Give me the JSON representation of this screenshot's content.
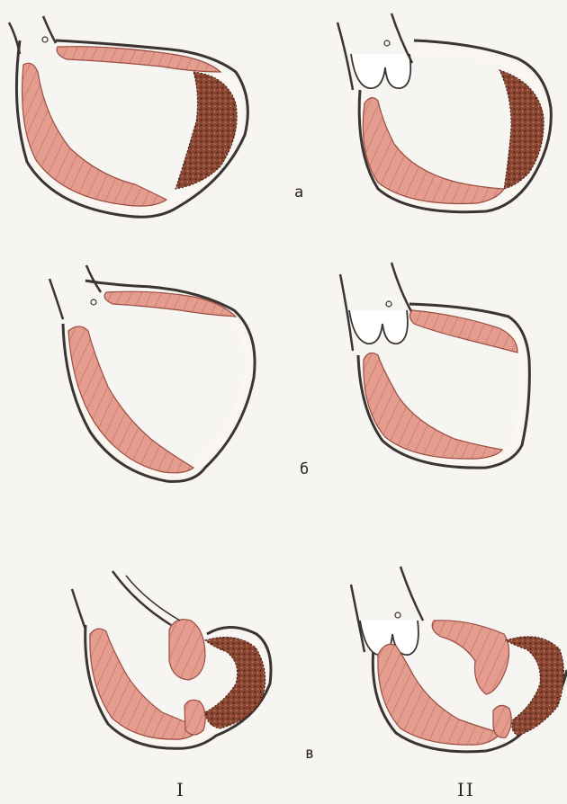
{
  "row_labels": {
    "a": "а",
    "b": "б",
    "c": "в"
  },
  "column_labels": {
    "left": "I",
    "right": "II"
  },
  "colors": {
    "paper": "#f6f5f1",
    "outline": "#3c3430",
    "muscle_fill": "#e39c8e",
    "muscle_stripe": "#b8685b",
    "wall_pale": "#fbf6ef",
    "thrombus_fill": "#8a4632",
    "thrombus_dot": "#3c1a10"
  }
}
